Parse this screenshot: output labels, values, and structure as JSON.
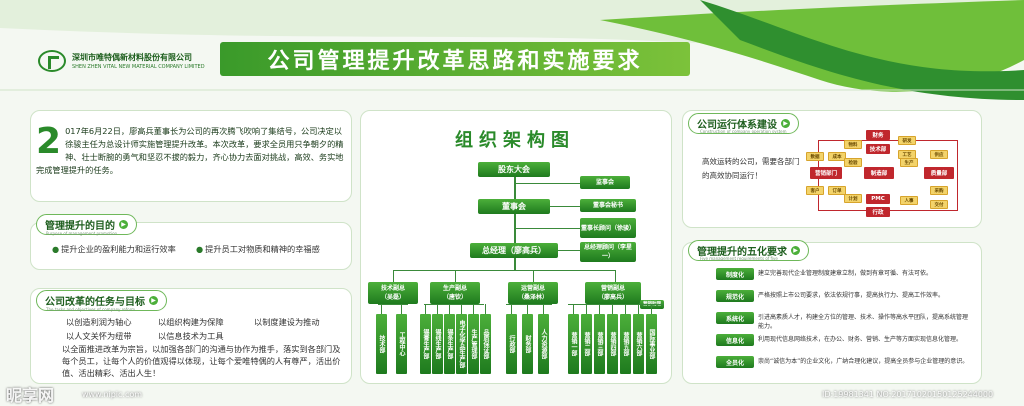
{
  "company": {
    "name_cn": "深圳市唯特偶新材料股份有限公司",
    "name_en": "SHEN ZHEN VITAL NEW MATERIAL COMPANY LIMITED"
  },
  "main_title": "公司管理提升改革思路和实施要求",
  "intro": {
    "big_digit": "2",
    "text": "017年6月22日，廖高兵董事长为公司的再次腾飞吹响了集结号，公司决定以徐骏主任为总设计师实施管理提升改革。本次改革，要求全员用只争朝夕的精神、壮士断腕的勇气和坚忍不拔的毅力，齐心协力去面对挑战，高效、务实地完成管理提升的任务。"
  },
  "purpose": {
    "title": "管理提升的目的",
    "subtitle": "Purpose of management promotion",
    "items": [
      "提升企业的盈利能力和运行效率",
      "提升员工对物质和精神的幸福感"
    ]
  },
  "tasks": {
    "title": "公司改革的任务与目标",
    "subtitle": "The tasks and objectives of company reform",
    "grid": [
      "以创造利润为轴心",
      "以组织构建为保障",
      "以制度建设为推动",
      "以人文关怀为纽带",
      "以信息技术为工具"
    ],
    "paragraph": "以全面推进改革为宗旨，以加强各部门的沟通与协作为推手，落实到各部门及每个员工，让每个人的价值观得以体现，让每个爱唯特偶的人有尊严，活出价值、活出精彩、活出人生！"
  },
  "org": {
    "title": "组织架构图",
    "shareholders": "股东大会",
    "supervisors": "监事会",
    "board": "董事会",
    "secretary": "董事会秘书",
    "chair_advisor": "董事长顾问（徐骏）",
    "gm": "总经理（廖高兵）",
    "gm_advisor": "总经理顾问（李星一）",
    "vps": [
      {
        "title": "技术副总",
        "name": "（吴磊）"
      },
      {
        "title": "生产副总",
        "name": "（唐钦）"
      },
      {
        "title": "运营副总",
        "name": "（桑泽林）"
      },
      {
        "title": "营销副总",
        "name": "（廖高兵）"
      }
    ],
    "sales_assistant": "营销助理",
    "depts_tech": [
      "技术部",
      "工程中心"
    ],
    "depts_prod": [
      "锡膏生产部",
      "锡线生产部",
      "锡条生产部",
      "电子化学品生产部",
      "生产管理部",
      "品质保证部"
    ],
    "depts_ops": [
      "行政部",
      "财务部",
      "人力资源部"
    ],
    "depts_sales": [
      "营销一部",
      "营销二部",
      "营销三部",
      "营销四部",
      "营销五部",
      "营销六部",
      "国际事业部"
    ]
  },
  "system": {
    "title": "公司运行体系建设",
    "subtitle": "Construction of company operation system",
    "note": "高效运转的公司，需要各部门的高效协同运行！",
    "nodes": {
      "finance": "财务",
      "tech": "技术部",
      "sales": "营销部门",
      "manufacturing": "制造部",
      "quality": "质量部",
      "pmc": "PMC",
      "admin": "行政"
    },
    "small": [
      "数据",
      "成本",
      "研发",
      "工艺",
      "客户",
      "订单",
      "物料",
      "检验",
      "生产",
      "采购",
      "供应",
      "计划",
      "人事",
      "交付"
    ]
  },
  "five": {
    "title": "管理提升的五化要求",
    "subtitle": "Five management requirements of five",
    "items": [
      {
        "tag": "制度化",
        "text": "建立完善现代企业管理制度建章立制，做到有章可循、有法可依。"
      },
      {
        "tag": "规范化",
        "text": "严格按照上市公司要求，依法依规行事，提高执行力、提高工作效率。"
      },
      {
        "tag": "系统化",
        "text": "引进高素质人才，构建全方位的管理、技术、操作等高水平团队，提高系统管理能力。"
      },
      {
        "tag": "信息化",
        "text": "利用现代信息网络技术，在办公、财务、营销、生产等方面实现信息化管理。"
      },
      {
        "tag": "全员化",
        "text": "崇尚“诚信为本”的企业文化，广纳合理化建议，提高全员参与企业管理的意识。"
      }
    ]
  },
  "watermark": {
    "brand": "昵享网",
    "url": "www.nipic.com",
    "id": "ID:19981341 NO:20171020150125244000"
  },
  "colors": {
    "primary": "#2a8a2a",
    "accent": "#4caf3a",
    "red": "#c0272d"
  }
}
